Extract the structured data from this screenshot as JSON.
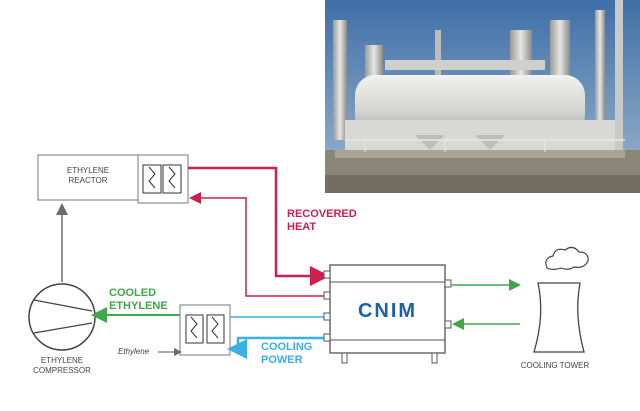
{
  "labels": {
    "reactor": [
      "ETHYLENE",
      "REACTOR"
    ],
    "recovered_heat": [
      "RECOVERED",
      "HEAT"
    ],
    "cooled_ethylene": [
      "COOLED",
      "ETHYLENE"
    ],
    "cooling_power": [
      "COOLING",
      "POWER"
    ],
    "ethylene_input": "Ethylene",
    "compressor": [
      "ETHYLENE",
      "COMPRESSOR"
    ],
    "cooling_tower": "COOLING TOWER"
  },
  "brand": {
    "logo_text": "CNIM"
  },
  "colors": {
    "red": "#cc1f4c",
    "green": "#3ea84a",
    "blue": "#3bb0e6",
    "gray_line": "#6b6b6b",
    "logo_blue": "#1e5fa8"
  },
  "icons": [
    "heat-exchanger-icon",
    "compressor-icon",
    "cooling-tower-icon",
    "cnim-unit-icon"
  ]
}
